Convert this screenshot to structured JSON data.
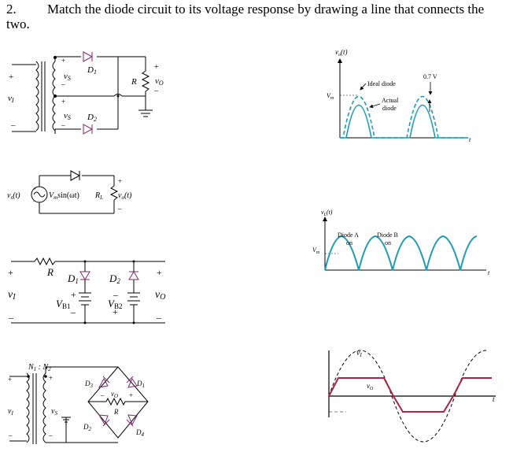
{
  "question": {
    "number": "2.",
    "text": "Match the diode circuit to its voltage response by drawing a line that connects the",
    "continuation": "two."
  },
  "circuit1": {
    "vi": "v",
    "vi_sub": "I",
    "vs_top": "v",
    "vs_top_sub": "S",
    "vs_bot": "v",
    "vs_bot_sub": "S",
    "d1": "D",
    "d1_sub": "1",
    "d2": "D",
    "d2_sub": "2",
    "r": "R",
    "vo": "v",
    "vo_sub": "O"
  },
  "circuit2": {
    "vs": "v",
    "vs_sub": "s",
    "vs_arg": "(t)",
    "source": "V",
    "source_sub": "m",
    "source_fn": "sin(ωt)",
    "rl": "R",
    "rl_sub": "L",
    "vo": "v",
    "vo_sub": "o",
    "vo_arg": "(t)"
  },
  "circuit3": {
    "r": "R",
    "vi": "v",
    "vi_sub": "I",
    "d1": "D",
    "d1_sub": "1",
    "d2": "D",
    "d2_sub": "2",
    "vb1": "V",
    "vb1_sub": "B1",
    "vb2": "V",
    "vb2_sub": "B2",
    "vo": "v",
    "vo_sub": "O"
  },
  "circuit4": {
    "ratio": "N",
    "ratio_sub1": "1",
    "ratio_sep": " : N",
    "ratio_sub2": "2",
    "vi": "v",
    "vi_sub": "I",
    "vs": "v",
    "vs_sub": "S",
    "d1": "D",
    "d1_sub": "1",
    "d2": "D",
    "d2_sub": "2",
    "d3": "D",
    "d3_sub": "3",
    "d4": "D",
    "d4_sub": "4",
    "vo": "v",
    "vo_sub": "O",
    "r": "R"
  },
  "graph1": {
    "ylabel": "v",
    "ylabel_sub": "o",
    "ylabel_arg": "(t)",
    "vm": "V",
    "vm_sub": "m",
    "ideal": "Ideal diode",
    "actual1": "Actual",
    "actual2": "diode",
    "drop": "0.7 V",
    "t": "t"
  },
  "graph2": {
    "ylabel": "v",
    "ylabel_sub": "L",
    "ylabel_arg": "(t)",
    "vm": "V",
    "vm_sub": "m",
    "diodeA1": "Diode A",
    "diodeA2": "on",
    "diodeB1": "Diode B",
    "diodeB2": "on",
    "t": "t"
  },
  "graph3": {
    "vi": "v",
    "vi_sub": "I",
    "vo": "v",
    "vo_sub": "O",
    "t": "t"
  },
  "colors": {
    "teal": "#1c9cb4",
    "black": "#000000",
    "purple": "#7b2a6e",
    "red": "#cc1f2f"
  }
}
